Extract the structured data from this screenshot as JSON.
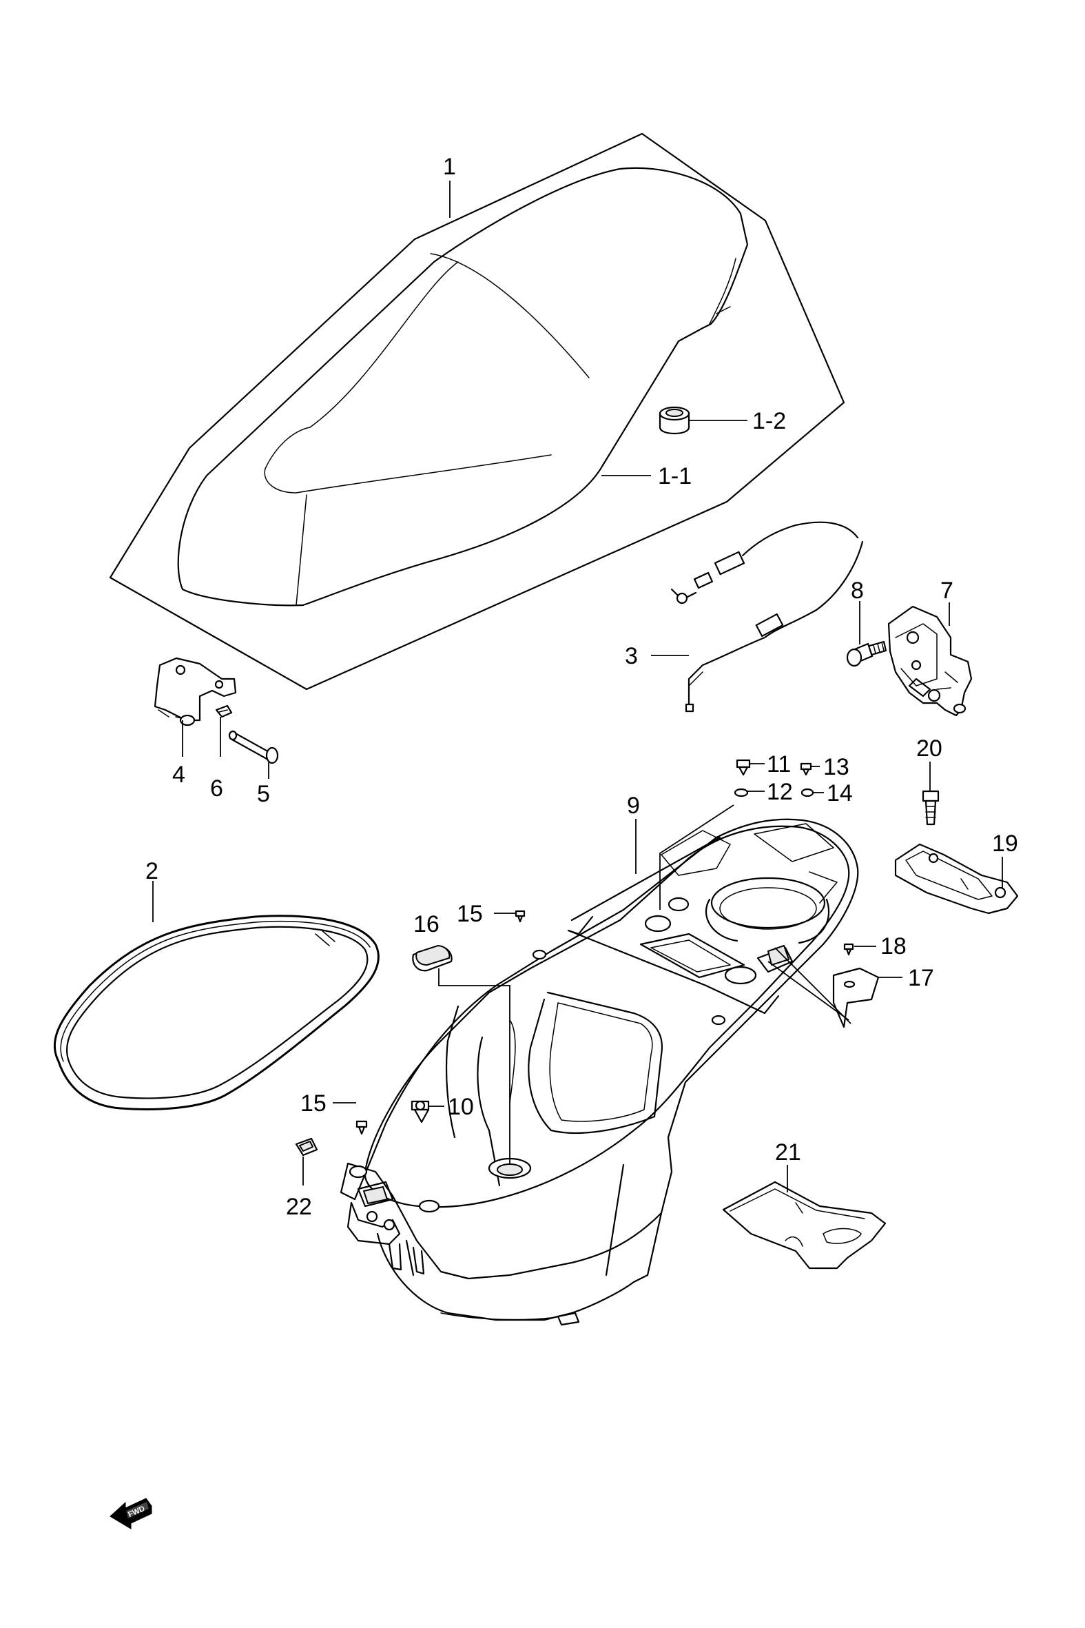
{
  "diagram": {
    "callouts": [
      {
        "id": "c1",
        "label": "1"
      },
      {
        "id": "c1-1",
        "label": "1-1"
      },
      {
        "id": "c1-2",
        "label": "1-2"
      },
      {
        "id": "c2",
        "label": "2"
      },
      {
        "id": "c3",
        "label": "3"
      },
      {
        "id": "c4",
        "label": "4"
      },
      {
        "id": "c5",
        "label": "5"
      },
      {
        "id": "c6",
        "label": "6"
      },
      {
        "id": "c7",
        "label": "7"
      },
      {
        "id": "c8",
        "label": "8"
      },
      {
        "id": "c9",
        "label": "9"
      },
      {
        "id": "c10",
        "label": "10"
      },
      {
        "id": "c11",
        "label": "11"
      },
      {
        "id": "c12",
        "label": "12"
      },
      {
        "id": "c13",
        "label": "13"
      },
      {
        "id": "c14",
        "label": "14"
      },
      {
        "id": "c15a",
        "label": "15"
      },
      {
        "id": "c15b",
        "label": "15"
      },
      {
        "id": "c16",
        "label": "16"
      },
      {
        "id": "c17",
        "label": "17"
      },
      {
        "id": "c18",
        "label": "18"
      },
      {
        "id": "c19",
        "label": "19"
      },
      {
        "id": "c20",
        "label": "20"
      },
      {
        "id": "c21",
        "label": "21"
      },
      {
        "id": "c22",
        "label": "22"
      }
    ],
    "direction_indicator": {
      "label": "FWD",
      "icon": "fwd-arrow-icon"
    }
  }
}
